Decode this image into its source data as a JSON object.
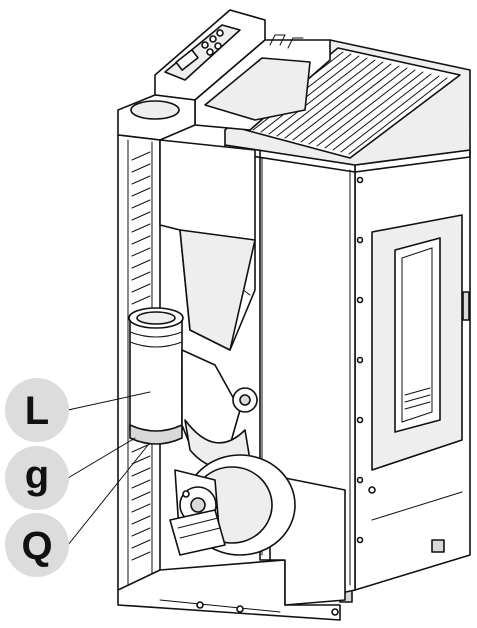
{
  "callouts": [
    {
      "id": "L",
      "label": "L"
    },
    {
      "id": "g",
      "label": "g"
    },
    {
      "id": "Q",
      "label": "Q"
    }
  ],
  "colors": {
    "callout_fill": "#dcdcdc",
    "line": "#111111",
    "background": "#ffffff"
  }
}
